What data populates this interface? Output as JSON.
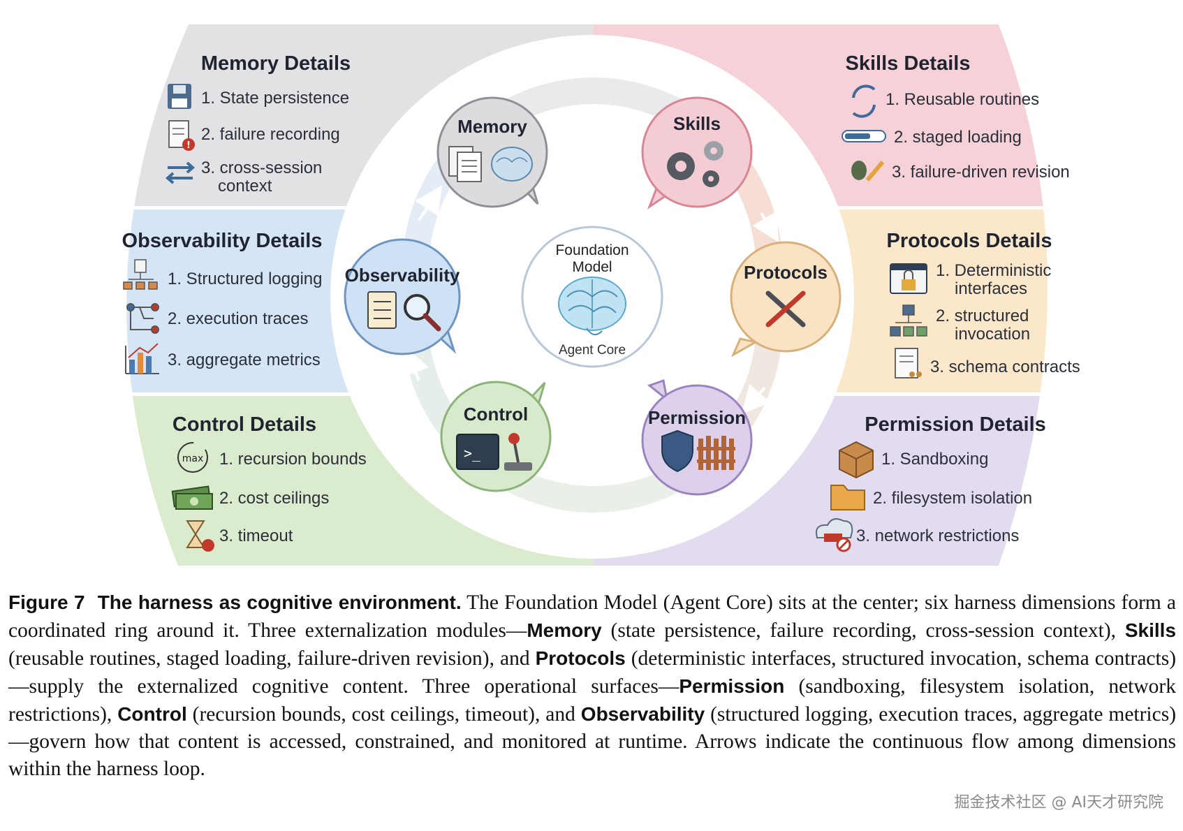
{
  "core": {
    "title_line1": "Foundation",
    "title_line2": "Model",
    "subtitle": "Agent Core"
  },
  "bubbles": {
    "memory": "Memory",
    "skills": "Skills",
    "protocols": "Protocols",
    "permission": "Permission",
    "control": "Control",
    "observability": "Observability"
  },
  "panels": {
    "memory": {
      "title": "Memory Details",
      "items": [
        "1. State persistence",
        "2. failure recording",
        "3. cross-session",
        "context"
      ],
      "icons": [
        "floppy-disk-icon",
        "document-error-icon",
        "sync-arrows-icon"
      ]
    },
    "skills": {
      "title": "Skills Details",
      "items": [
        "1. Reusable routines",
        "2. staged loading",
        "3. failure-driven revision"
      ],
      "icons": [
        "refresh-icon",
        "progress-bar-icon",
        "bug-pencil-icon"
      ]
    },
    "observability": {
      "title": "Observability Details",
      "items": [
        "1. Structured logging",
        "2. execution traces",
        "3. aggregate metrics"
      ],
      "icons": [
        "hierarchy-icon",
        "trace-icon",
        "bar-chart-icon"
      ]
    },
    "protocols": {
      "title": "Protocols Details",
      "items": [
        "1. Deterministic",
        "interfaces",
        "2. structured",
        "invocation",
        "3. schema contracts"
      ],
      "icons": [
        "locked-window-icon",
        "org-chart-icon",
        "schema-document-icon"
      ]
    },
    "control": {
      "title": "Control Details",
      "items": [
        "1. recursion bounds",
        "2. cost ceilings",
        "3. timeout"
      ],
      "icons": [
        "max-loop-icon",
        "money-stack-icon",
        "hourglass-icon"
      ],
      "max_badge": "max"
    },
    "permission": {
      "title": "Permission Details",
      "items": [
        "1. Sandboxing",
        "2. filesystem isolation",
        "3. network restrictions"
      ],
      "icons": [
        "box-icon",
        "folder-icon",
        "cloud-blocked-icon"
      ]
    }
  },
  "colors": {
    "memory": "#e3e3e6",
    "skills": "#f6d3d8",
    "observability": "#d8e6f5",
    "protocols": "#fbe9cc",
    "control": "#dceccf",
    "permission": "#e4dcef"
  },
  "caption": {
    "figure_label": "Figure 7",
    "figure_title": "The harness as cognitive environment.",
    "text_1": "The Foundation Model (Agent Core) sits at the center; six harness dimensions form a coordinated ring around it. Three externalization modules—",
    "bold_memory": "Memory",
    "text_2": "(state persistence, failure recording, cross-session context),",
    "bold_skills": "Skills",
    "text_3": "(reusable routines, staged loading, failure-driven revision), and",
    "bold_protocols": "Protocols",
    "text_4": "(deterministic interfaces, structured invocation, schema contracts)—supply the externalized cognitive content. Three operational surfaces—",
    "bold_permission": "Permission",
    "text_5": "(sandboxing, filesystem isolation, network restrictions),",
    "bold_control": "Control",
    "text_6": "(recursion bounds, cost ceilings, timeout), and",
    "bold_observability": "Observability",
    "text_7": "(structured logging, execution traces, aggregate metrics)—govern how that content is accessed, constrained, and monitored at runtime. Arrows indicate the continuous flow among dimensions within the harness loop."
  },
  "watermark": "掘金技术社区 @ AI天才研究院"
}
